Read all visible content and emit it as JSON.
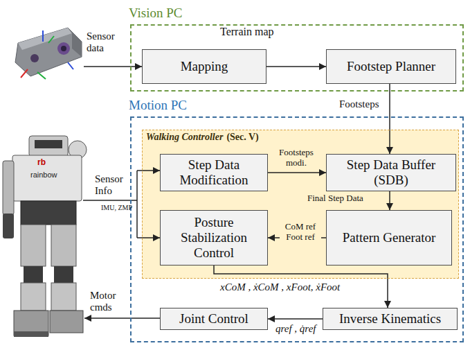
{
  "diagram": {
    "nodes": [
      {
        "text": [
          "Vision PC"
        ]
      },
      {
        "text": [
          "Mapping"
        ],
        "in": 0
      },
      {
        "text": [
          "Footstep Planner"
        ],
        "in": 0
      },
      {
        "text": [
          "Motion PC"
        ]
      },
      {
        "text": [
          "Walking Controller",
          "(Sec. V)"
        ],
        "in": 3
      },
      {
        "text": [
          "Step Data Modification"
        ],
        "in": 4
      },
      {
        "text": [
          "Step Data Buffer (SDB)"
        ],
        "in": 4
      },
      {
        "text": [
          "Posture Stabilization Control"
        ],
        "in": 4
      },
      {
        "text": [
          "Pattern Generator"
        ],
        "in": 4
      },
      {
        "text": [
          "Joint Control"
        ],
        "in": 3
      },
      {
        "text": [
          "Inverse Kinematics"
        ],
        "in": 3
      }
    ],
    "edges": [
      {
        "from": 1,
        "to": 2,
        "arrow": "to",
        "label": "Terrain map"
      },
      {
        "from": 2,
        "to": 6,
        "arrow": "to",
        "label": "Footsteps"
      },
      {
        "from": 5,
        "to": 6,
        "arrow": "to",
        "label": "Footsteps modi."
      },
      {
        "from": 6,
        "to": 8,
        "arrow": "to",
        "label": "Final Step Data"
      },
      {
        "from": 8,
        "to": 7,
        "arrow": "to",
        "label": "CoM ref Foot ref"
      },
      {
        "from": 7,
        "to": 10,
        "arrow": "to",
        "label": "xCoM , ẋCoM , xFoot, ẋFoot"
      },
      {
        "from": 10,
        "to": 9,
        "arrow": "to",
        "label": "qref , q̇ref"
      }
    ],
    "labels": [
      "Sensor data",
      "rb",
      "rainbow",
      "Sensor Info",
      "IMU, ZMP",
      "Motor cmds"
    ]
  }
}
